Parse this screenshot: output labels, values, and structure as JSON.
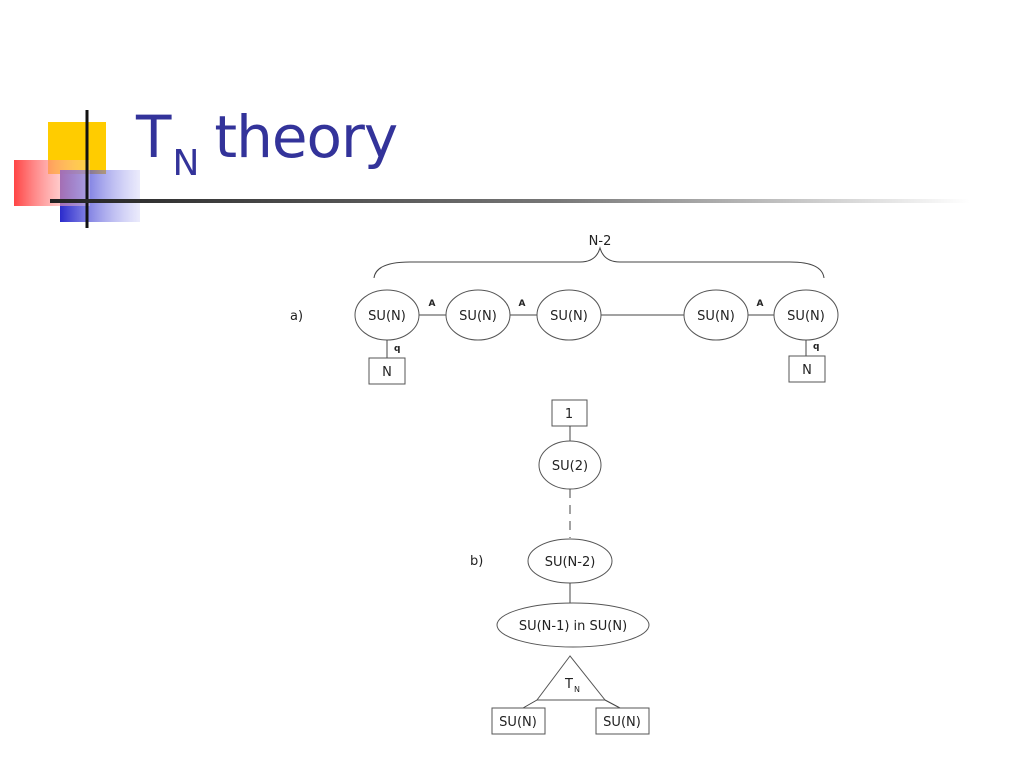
{
  "slide": {
    "title_main": "T",
    "title_sub": "N",
    "title_rest": "theory"
  },
  "colors": {
    "title": "#33339a",
    "accent_yellow": "#ffcc00",
    "accent_blue": "#3333cc",
    "accent_red": "#ff3333"
  },
  "diagram_a": {
    "label": "a)",
    "brace_label": "N-2",
    "nodes": [
      "SU(N)",
      "SU(N)",
      "SU(N)",
      "SU(N)",
      "SU(N)"
    ],
    "edge_labels": [
      "A",
      "A",
      "A"
    ],
    "flavor_left": "N",
    "flavor_right": "N",
    "flavor_edge_left": "q",
    "flavor_edge_right": "q"
  },
  "diagram_b": {
    "label": "b)",
    "top_box": "1",
    "node_1": "SU(2)",
    "node_2": "SU(N-2)",
    "node_3": "SU(N-1) in SU(N)",
    "triangle_main": "T",
    "triangle_sub": "N",
    "bottom_left": "SU(N)",
    "bottom_right": "SU(N)"
  }
}
